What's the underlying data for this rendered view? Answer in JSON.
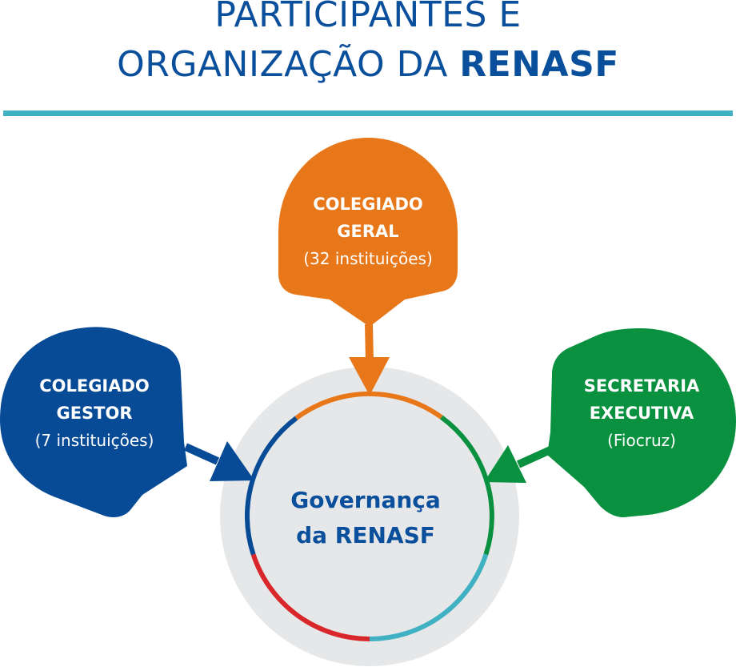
{
  "title": {
    "line1": "PARTICIPANTES E",
    "line2_prefix": "ORGANIZAÇÃO DA ",
    "line2_bold": "RENASF"
  },
  "nodes": {
    "colegiado_geral": {
      "line1": "COLEGIADO",
      "line2": "GERAL",
      "line3": "(32 instituições)",
      "color": "#e8771a"
    },
    "colegiado_gestor": {
      "line1": "COLEGIADO",
      "line2": "GESTOR",
      "line3": "(7 instituições)",
      "color": "#074a96"
    },
    "secretaria_executiva": {
      "line1": "SECRETARIA",
      "line2": "EXECUTIVA",
      "line3": "(Fiocruz)",
      "color": "#0a9140"
    }
  },
  "center": {
    "line1": "Governança",
    "line2": "da RENASF",
    "background": "#e6e7e8",
    "ring_colors": [
      "#e8771a",
      "#0a9140",
      "#3fb1c3",
      "#d8262a",
      "#074a96"
    ]
  },
  "colors": {
    "title": "#0a4f9c",
    "rule": "#3fb1c3"
  }
}
